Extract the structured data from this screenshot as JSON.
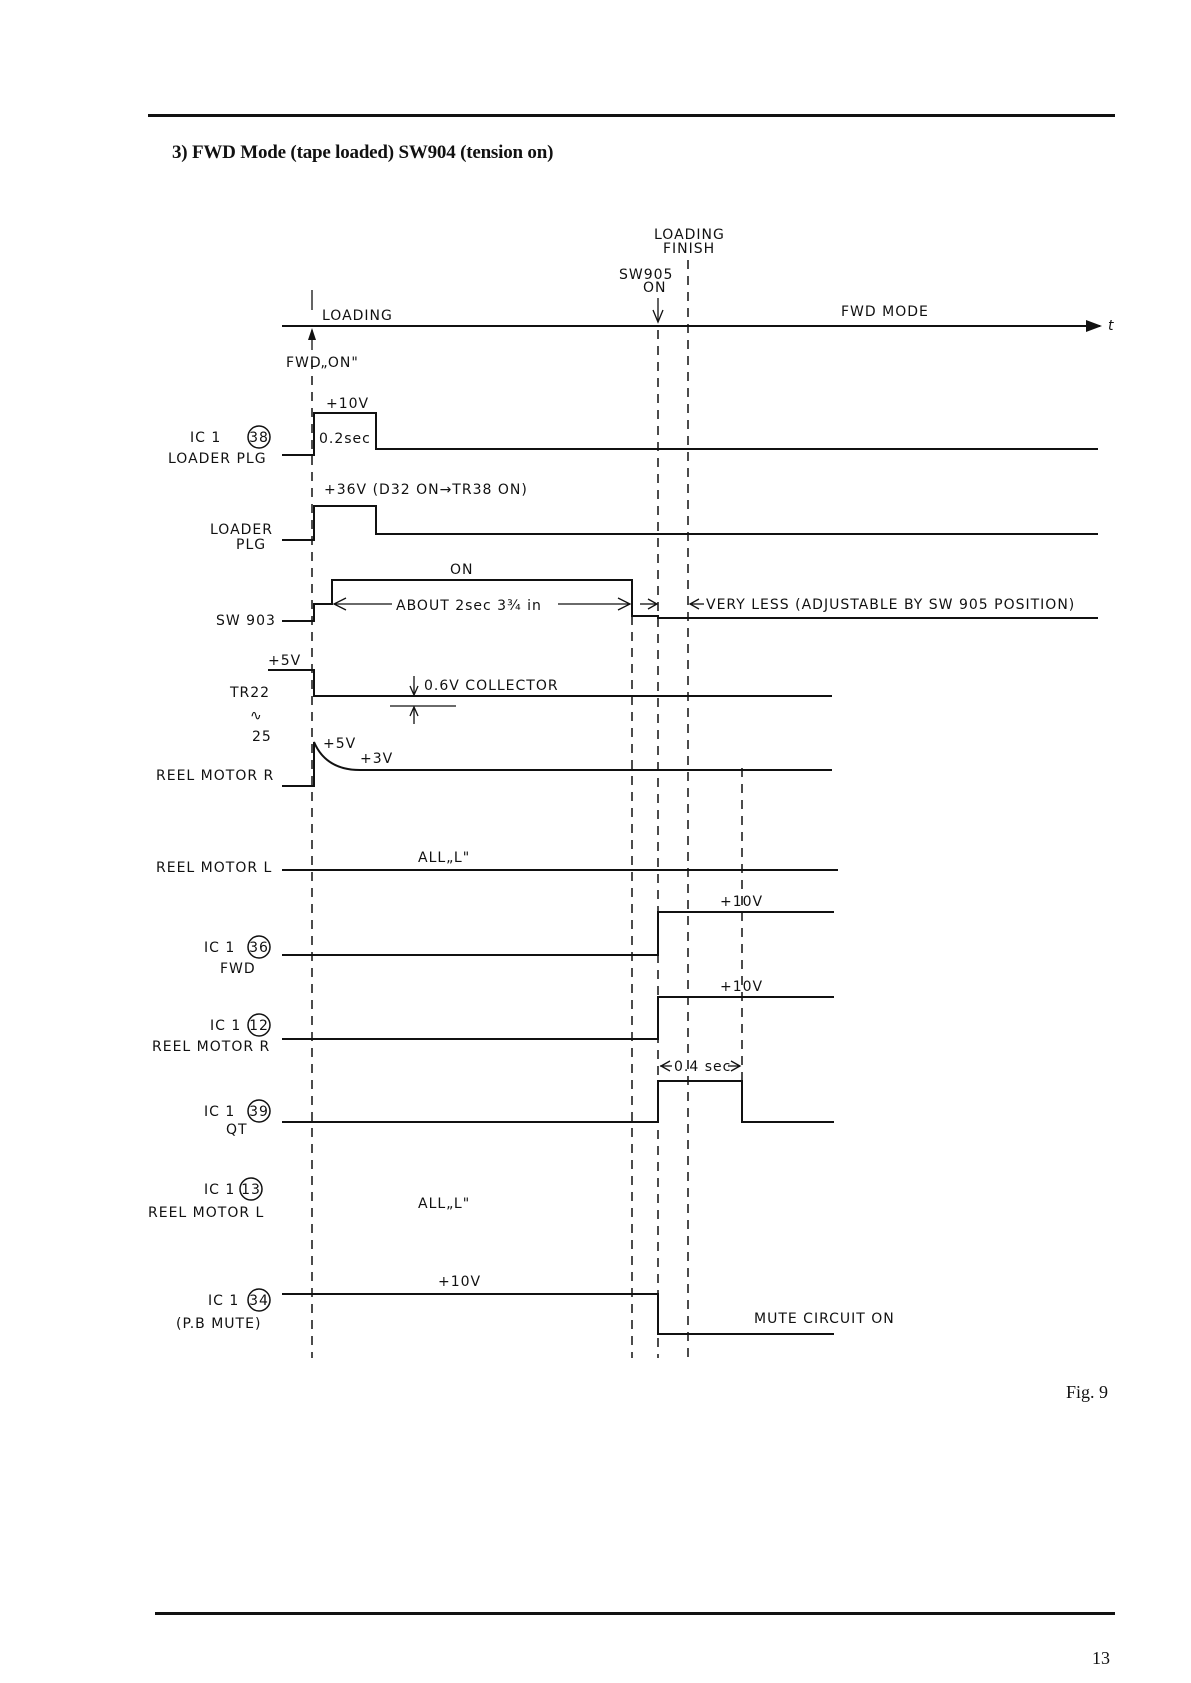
{
  "heading": "3) FWD Mode (tape loaded) SW904 (tension on)",
  "figure_label": "Fig. 9",
  "page_number": "13",
  "timeline": {
    "loading": "LOADING",
    "fwd_on": "FWD„ON\"",
    "loading_finish_1": "LOADING",
    "loading_finish_2": "FINISH",
    "sw905_1": "SW905",
    "sw905_2": "ON",
    "fwd_mode": "FWD MODE",
    "t_axis": "t"
  },
  "signals": {
    "ic1_38": {
      "prefix": "IC 1",
      "pin": "38",
      "name": "LOADER PLG"
    },
    "loader_plg": {
      "line1": "LOADER",
      "line2": "PLG"
    },
    "sw903": {
      "name": "SW 903"
    },
    "tr22": {
      "line1": "TR22",
      "tilde": "∿",
      "line2": "25"
    },
    "reel_motor_r": {
      "name": "REEL MOTOR R"
    },
    "reel_motor_l": {
      "name": "REEL MOTOR L"
    },
    "ic1_36": {
      "prefix": "IC 1",
      "pin": "36",
      "name": "FWD"
    },
    "ic1_12": {
      "prefix": "IC 1",
      "pin": "12",
      "name": "REEL MOTOR R"
    },
    "ic1_39": {
      "prefix": "IC 1",
      "pin": "39",
      "name": "QT"
    },
    "ic1_13": {
      "prefix": "IC 1",
      "pin": "13",
      "name": "REEL MOTOR L"
    },
    "ic1_34": {
      "prefix": "IC 1",
      "pin": "34",
      "name": "(P.B MUTE)"
    }
  },
  "annotations": {
    "plus10v_a": "+10V",
    "pulse_02sec": "0.2sec",
    "plus36v": "+36V (D32 ON→TR38 ON)",
    "sw903_on": "ON",
    "about_2sec": "ABOUT 2sec 3¾ in",
    "very_less": "VERY LESS (ADJUSTABLE BY SW 905 POSITION)",
    "plus5v_tr22": "+5V",
    "collector": "0.6V COLLECTOR",
    "plus5v_reel": "+5V",
    "plus3v_reel": "+3V",
    "all_l_1": "ALL„L\"",
    "plus10v_fwd": "+10V",
    "plus10v_reel_r": "+10V",
    "pulse_04sec": "0.4 sec",
    "all_l_2": "ALL„L\"",
    "plus10v_mute": "+10V",
    "mute_circuit_on": "MUTE CIRCUIT ON"
  }
}
